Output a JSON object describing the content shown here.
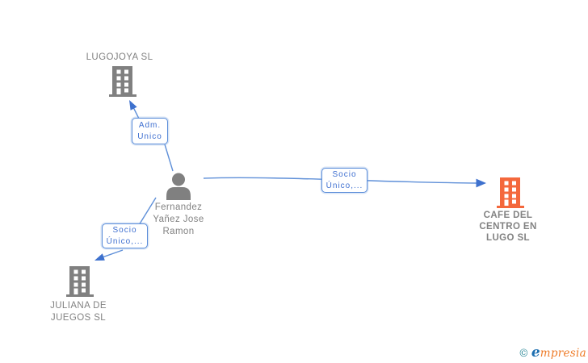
{
  "diagram": {
    "type": "corporate-relationship-graph",
    "background": "#ffffff",
    "colors": {
      "node_text": "#828282",
      "icon_gray": "#808080",
      "icon_highlight_orange": "#F4683C",
      "edge_line_blue": "#5E8FD8",
      "arrowhead_blue": "#3E71CE",
      "edge_box_border": "#5B8DD9",
      "edge_box_text": "#3E6FD0"
    },
    "nodes": {
      "lugojoya": {
        "kind": "company",
        "label": "LUGOJOYA SL",
        "icon": "building-icon",
        "icon_color": "#808080"
      },
      "person": {
        "kind": "person",
        "line1": "Fernandez",
        "line2": "Yañez Jose",
        "line3": "Ramon",
        "icon": "person-icon",
        "icon_color": "#808080"
      },
      "cafe": {
        "kind": "company",
        "line1": "CAFE DEL",
        "line2": "CENTRO EN",
        "line3": "LUGO SL",
        "icon": "building-icon",
        "icon_color": "#F4683C",
        "highlighted": true
      },
      "juliana": {
        "kind": "company",
        "line1": "JULIANA DE",
        "line2": "JUEGOS SL",
        "icon": "building-icon",
        "icon_color": "#808080"
      }
    },
    "edges": {
      "person_to_lugojoya": {
        "from": "person",
        "to": "lugojoya",
        "line1": "Adm.",
        "line2": "Unico"
      },
      "person_to_cafe": {
        "from": "person",
        "to": "cafe",
        "line1": "Socio",
        "line2": "Único,..."
      },
      "person_to_juliana": {
        "from": "person",
        "to": "juliana",
        "line1": "Socio",
        "line2": "Único,..."
      }
    }
  },
  "footer": {
    "copyright": "©",
    "brand_e": "e",
    "brand_rest": "mpresia",
    "brand_colors": {
      "copyright": "#2E8A99",
      "e": "#1E6FB0",
      "rest": "#EE7B28"
    }
  }
}
